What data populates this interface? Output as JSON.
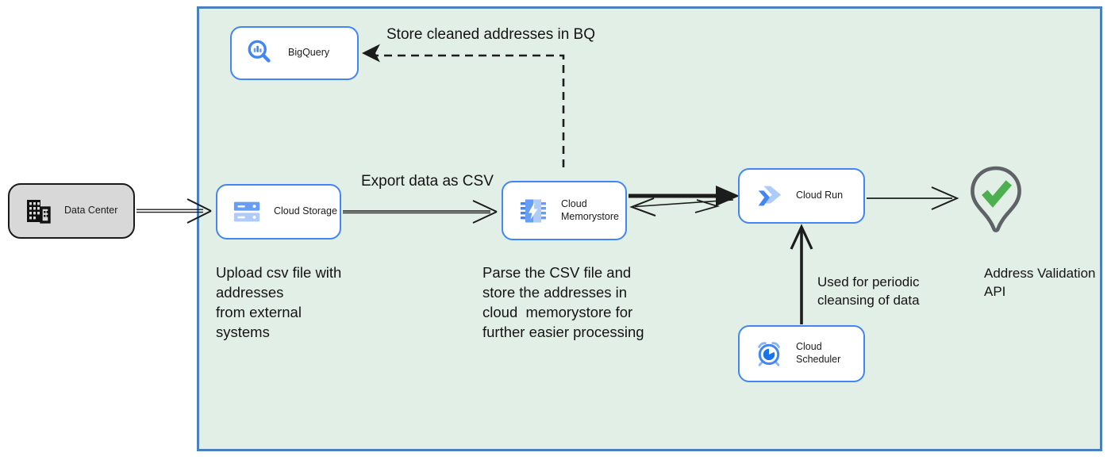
{
  "colors": {
    "container_fill": "#e2efe6",
    "container_border": "#4a80bd",
    "node_border": "#4285f4",
    "node_fill": "#ffffff",
    "datacenter_fill": "#d8d8d8",
    "datacenter_border": "#1a1a1a",
    "arrow": "#1c1c1c",
    "pin_outline": "#5f6368",
    "check_green": "#4caf50",
    "icon_blue": "#4285f4",
    "icon_blue_mid": "#669df6",
    "icon_blue_light": "#aecbfa"
  },
  "nodes": {
    "data_center": {
      "label": "Data Center",
      "icon": "building-icon"
    },
    "bigquery": {
      "label": "BigQuery",
      "icon": "bigquery-magnifier-icon"
    },
    "cloud_storage": {
      "label": "Cloud Storage",
      "icon": "cloud-storage-icon"
    },
    "cloud_memorystore": {
      "label": "Cloud Memorystore",
      "icon": "memorystore-chip-icon"
    },
    "cloud_run": {
      "label": "Cloud Run",
      "icon": "cloud-run-icon"
    },
    "cloud_scheduler": {
      "label": "Cloud Scheduler",
      "icon": "scheduler-clock-icon"
    },
    "address_validation": {
      "label": "Address Validation API",
      "icon": "map-pin-check-icon"
    }
  },
  "annotations": {
    "store_cleaned": "Store cleaned addresses in BQ",
    "export_csv": "Export data as CSV",
    "upload_csv": "Upload csv file with\naddresses\nfrom external\nsystems",
    "parse_csv": "Parse the CSV file and\nstore the addresses in\ncloud  memorystore for\nfurther easier processing",
    "periodic_cleansing": "Used for periodic\ncleansing of data"
  }
}
